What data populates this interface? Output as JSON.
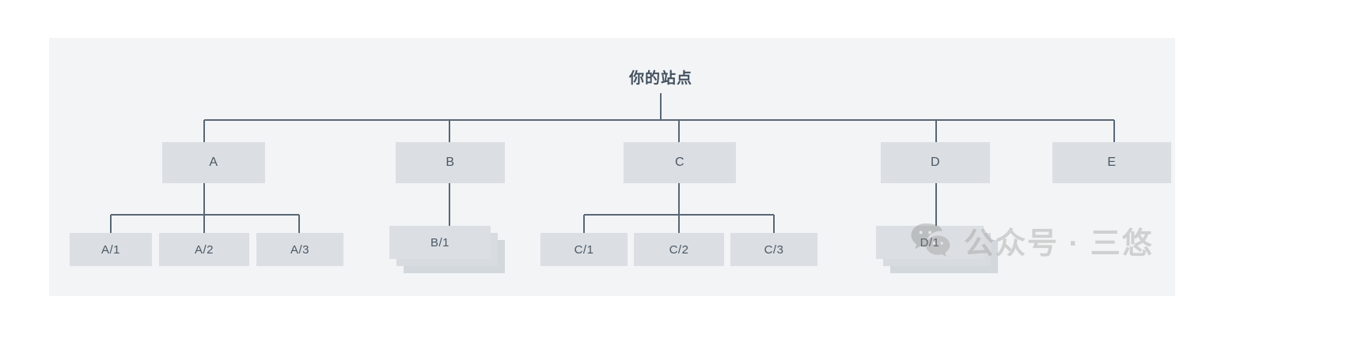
{
  "diagram": {
    "type": "site-structure-tree",
    "root": {
      "label": "你的站点"
    },
    "level1": [
      {
        "id": "A",
        "label": "A"
      },
      {
        "id": "B",
        "label": "B"
      },
      {
        "id": "C",
        "label": "C"
      },
      {
        "id": "D",
        "label": "D"
      },
      {
        "id": "E",
        "label": "E"
      }
    ],
    "level2": [
      {
        "id": "A1",
        "label": "A/1",
        "parent": "A",
        "stacked": false
      },
      {
        "id": "A2",
        "label": "A/2",
        "parent": "A",
        "stacked": false
      },
      {
        "id": "A3",
        "label": "A/3",
        "parent": "A",
        "stacked": false
      },
      {
        "id": "B1",
        "label": "B/1",
        "parent": "B",
        "stacked": true
      },
      {
        "id": "C1",
        "label": "C/1",
        "parent": "C",
        "stacked": false
      },
      {
        "id": "C2",
        "label": "C/2",
        "parent": "C",
        "stacked": false
      },
      {
        "id": "C3",
        "label": "C/3",
        "parent": "C",
        "stacked": false
      },
      {
        "id": "D1",
        "label": "D/1",
        "parent": "D",
        "stacked": true
      }
    ]
  },
  "watermark": {
    "text": "公众号 · 三悠",
    "icon": "wechat-logo"
  },
  "colors": {
    "panel_background": "#f2f4f6",
    "page_background": "#ffffff",
    "node_fill": "#dbdfe3",
    "node_text": "#4a5763",
    "root_text": "#42505e",
    "connector": "#5a6775",
    "watermark_text": "#8d8d8a"
  }
}
